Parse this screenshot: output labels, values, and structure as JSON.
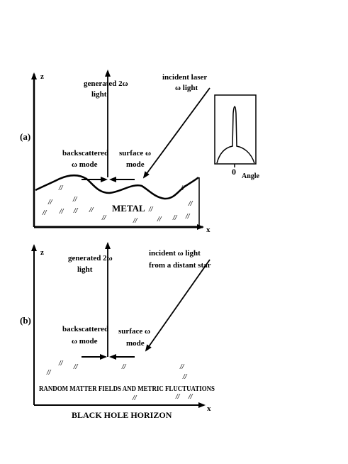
{
  "panel_a": {
    "label": "(a)",
    "z_axis": "z",
    "x_axis": "x",
    "generated_line1": "generated 2ω",
    "generated_line2": "light",
    "incident_line1": "incident laser",
    "incident_line2": "ω light",
    "backscattered_line1": "backscattered",
    "backscattered_line2": "ω mode",
    "surface_line1": "surface ω",
    "surface_line2": "mode",
    "material": "METAL",
    "hatch_mark": "//",
    "inset": {
      "tick_label": "0",
      "axis_label": "Angle"
    }
  },
  "panel_b": {
    "label": "(b)",
    "z_axis": "z",
    "x_axis": "x",
    "generated_line1": "generated 2ω",
    "generated_line2": "light",
    "incident_line1": "incident ω light",
    "incident_line2": "from a distant star",
    "backscattered_line1": "backscattered",
    "backscattered_line2": "ω mode",
    "surface_line1": "surface ω",
    "surface_line2": "mode",
    "fields": "RANDOM MATTER FIELDS AND METRIC FLUCTUATIONS",
    "horizon": "BLACK HOLE HORIZON",
    "hatch_mark": "//"
  }
}
